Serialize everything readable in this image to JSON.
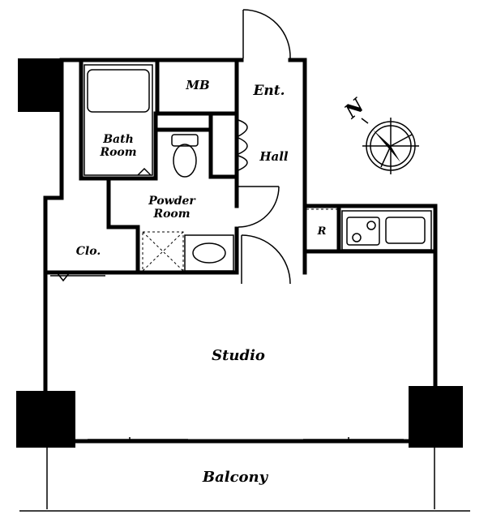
{
  "rooms": {
    "mb": "MB",
    "entrance": "Ent.",
    "bath_line1": "Bath",
    "bath_line2": "Room",
    "hall": "Hall",
    "powder_line1": "Powder",
    "powder_line2": "Room",
    "closet": "Clo.",
    "refrigerator": "R",
    "studio": "Studio",
    "balcony": "Balcony"
  },
  "compass": {
    "north": "N"
  }
}
